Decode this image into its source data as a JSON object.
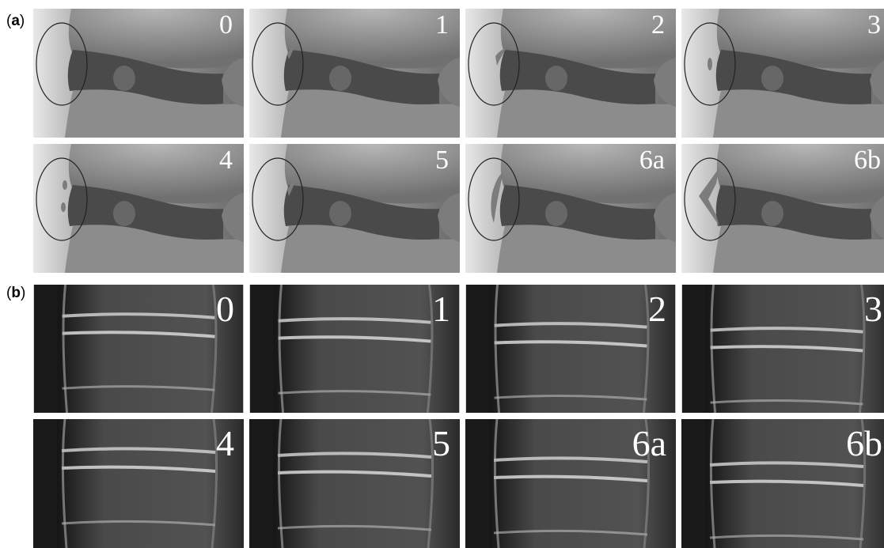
{
  "panels": [
    {
      "label_open": "(",
      "label_letter": "a",
      "label_close": ")"
    },
    {
      "label_open": "(",
      "label_letter": "b",
      "label_close": ")"
    }
  ],
  "panel_a": {
    "tiles": [
      {
        "grade": "0",
        "marker": "none"
      },
      {
        "grade": "1",
        "marker": "small-tip"
      },
      {
        "grade": "2",
        "marker": "short-bar"
      },
      {
        "grade": "3",
        "marker": "separate-fragment"
      },
      {
        "grade": "4",
        "marker": "multiple-fragments"
      },
      {
        "grade": "5",
        "marker": "bridge-partial"
      },
      {
        "grade": "6a",
        "marker": "long-bar"
      },
      {
        "grade": "6b",
        "marker": "chevron"
      }
    ]
  },
  "panel_b": {
    "tiles": [
      {
        "grade": "0"
      },
      {
        "grade": "1"
      },
      {
        "grade": "2"
      },
      {
        "grade": "3"
      },
      {
        "grade": "4"
      },
      {
        "grade": "5"
      },
      {
        "grade": "6a"
      },
      {
        "grade": "6b"
      }
    ]
  },
  "colors": {
    "disc": "#4a4a4a",
    "marker": "#7c7c7c",
    "bone_light": "#a8a8a8",
    "ct_background": "#1a1a1a"
  }
}
